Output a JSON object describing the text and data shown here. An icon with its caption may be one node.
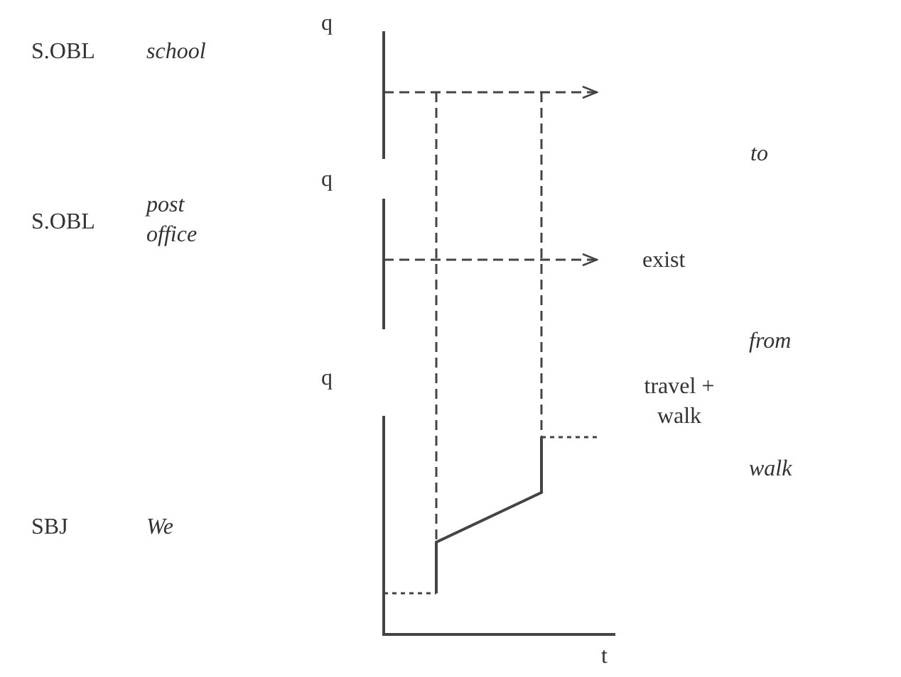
{
  "diagram": {
    "labels": [
      "q",
      "S.OBL",
      "school",
      "to",
      "q",
      "S.OBL",
      "post office",
      "exist",
      "from",
      "q",
      "travel + walk",
      "walk",
      "SBJ",
      "We",
      "t"
    ]
  }
}
